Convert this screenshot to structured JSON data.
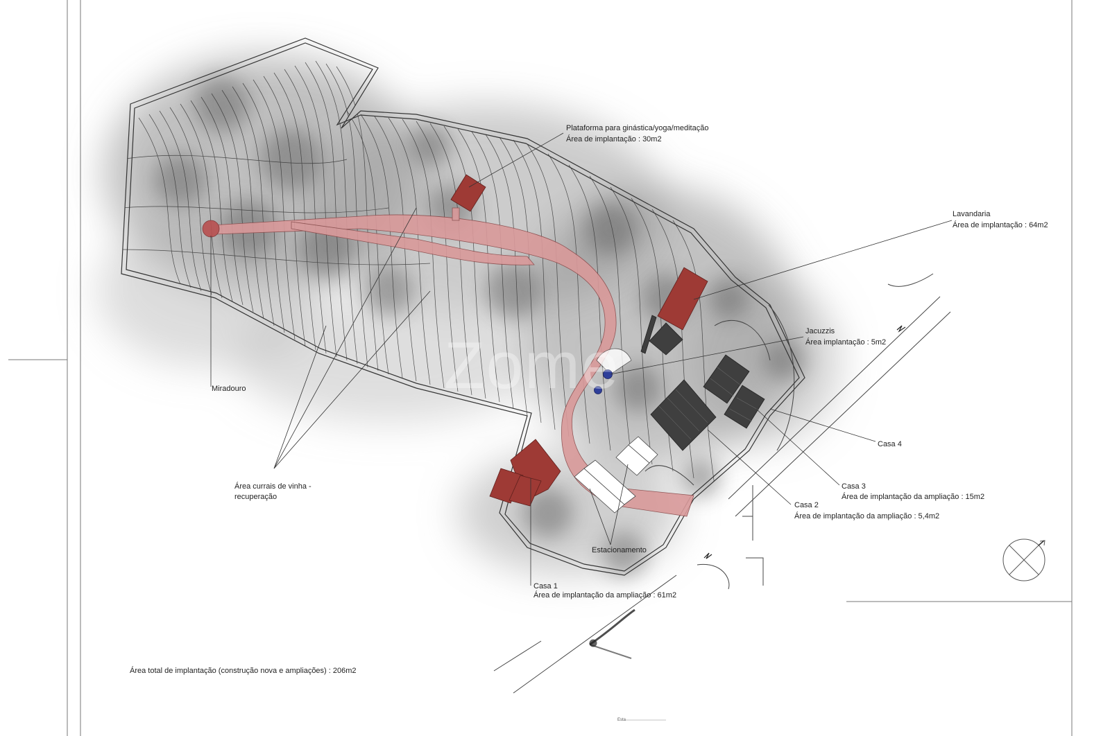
{
  "watermark": "Zome",
  "labels": {
    "plataforma": {
      "line1": "Plataforma para ginástica/yoga/meditação",
      "line2": "Área de implantação : 30m2"
    },
    "lavandaria": {
      "line1": "Lavandaria",
      "line2": "Área de implantação : 64m2"
    },
    "jacuzzis": {
      "line1": "Jacuzzis",
      "line2": "Área implantação : 5m2"
    },
    "miradouro": "Miradouro",
    "currais": {
      "line1": "Área currais de vinha -",
      "line2": "recuperação"
    },
    "casa4": "Casa 4",
    "casa3": {
      "line1": "Casa 3",
      "line2": "Área de implantação da  ampliação : 15m2"
    },
    "casa2": {
      "line1": "Casa 2",
      "line2": "Área de implantação da ampliação : 5,4m2"
    },
    "estacionamento": "Estacionamento",
    "casa1": {
      "line1": "Casa 1",
      "line2": "Área de implantação da ampliação : 61m2"
    },
    "total": "Área total de implantação (construção nova e ampliações) : 206m2",
    "footer": "Esta"
  },
  "colors": {
    "new_construction": "#9e3a35",
    "path": "#d9999a",
    "existing_roof": "#3f3f3f",
    "jacuzzi": "#2f3f9a",
    "ink": "#222222"
  },
  "icons": {
    "north": "north-arrow-icon"
  }
}
